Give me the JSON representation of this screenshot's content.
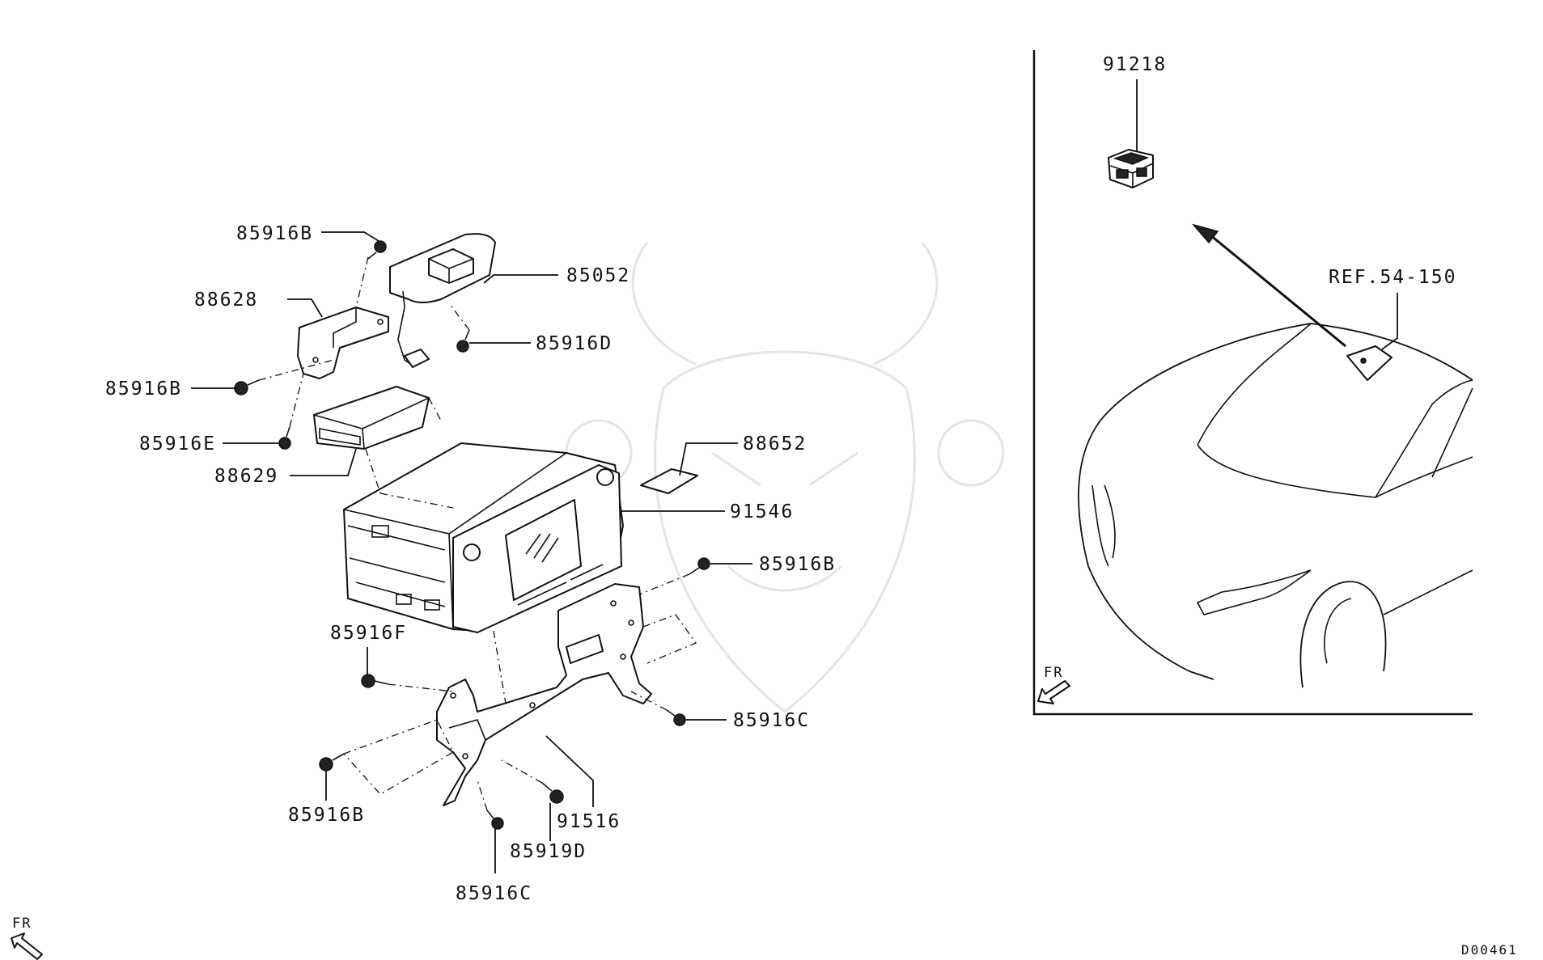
{
  "labels": {
    "p85916B_top": "85916B",
    "p88628": "88628",
    "p85052": "85052",
    "p85916D": "85916D",
    "p85916B_left": "85916B",
    "p85916E": "85916E",
    "p88629": "88629",
    "p88652": "88652",
    "p91546": "91546",
    "p85916B_right": "85916B",
    "p85916F": "85916F",
    "p85916C_right": "85916C",
    "p85916B_bottom": "85916B",
    "p91516": "91516",
    "p85919D": "85919D",
    "p85916C_bottom": "85916C",
    "p91218": "91218",
    "ref": "REF.54-150",
    "fr_main": "FR",
    "fr_inset": "FR",
    "diagram_code": "D00461"
  }
}
